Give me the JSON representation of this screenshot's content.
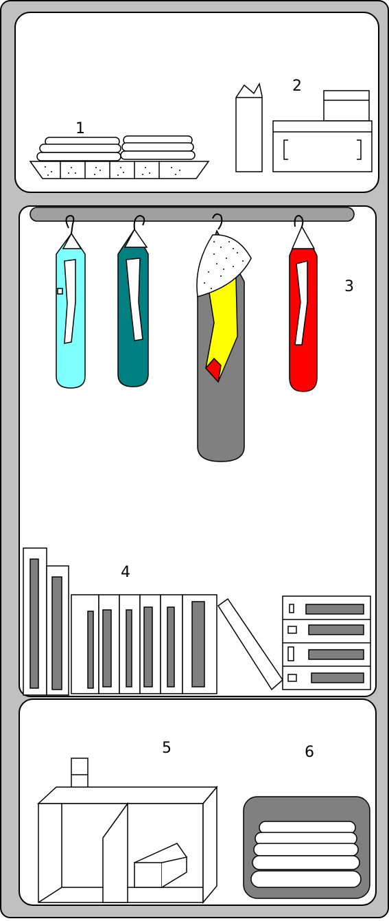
{
  "compartments": [
    {
      "name": "top-shelf",
      "labels": [
        {
          "id": "shelf-towels",
          "text": "1"
        },
        {
          "id": "shelf-boxes",
          "text": "2"
        }
      ]
    },
    {
      "name": "hanging-area",
      "labels": [
        {
          "id": "hanging-clothes",
          "text": "3"
        },
        {
          "id": "bookshelf",
          "text": "4"
        }
      ]
    },
    {
      "name": "bottom-cabinet",
      "labels": [
        {
          "id": "cabinet-box",
          "text": "5"
        },
        {
          "id": "towel-bin",
          "text": "6"
        }
      ]
    }
  ],
  "colors": {
    "frame": "#c0c0c0",
    "rod": "#a0a0a0",
    "grey_garment": "#808080",
    "cyan_garment": "#80ffff",
    "teal_garment": "#008080",
    "red_garment": "#ff0000",
    "yellow_lining": "#ffff00",
    "dark_fill": "#808080",
    "paper": "#ffffff",
    "ink": "#000000"
  }
}
